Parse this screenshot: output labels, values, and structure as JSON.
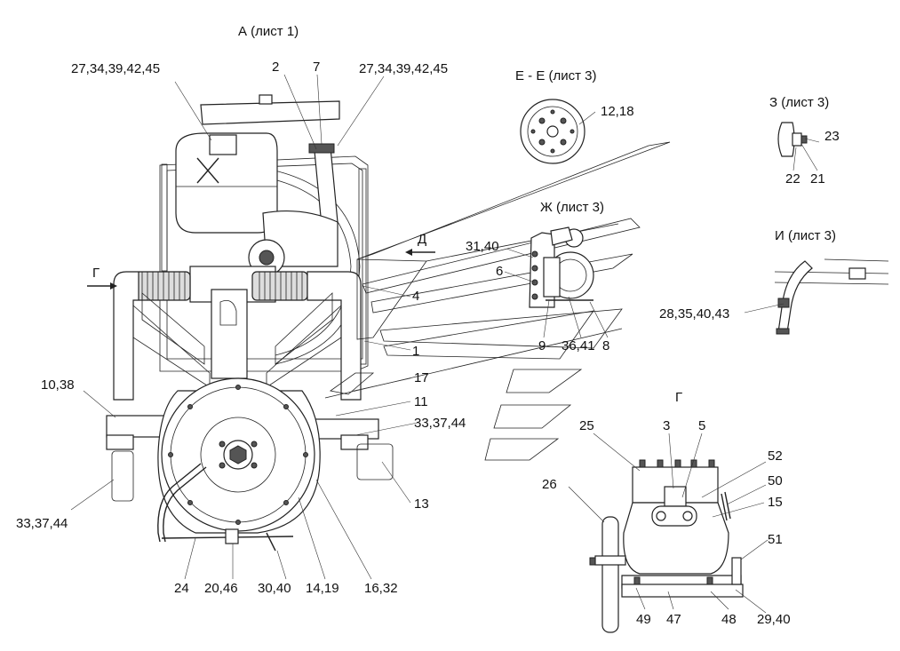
{
  "views": {
    "view_a": "А (лист 1)",
    "view_ee": "Е - Е (лист 3)",
    "view_zh": "Ж (лист 3)",
    "view_z": "З (лист 3)",
    "view_i": "И (лист 3)",
    "view_g": "Г",
    "arrow_g": "Г",
    "arrow_d": "Д"
  },
  "callouts": {
    "c_27a": "27,34,39,42,45",
    "c_2": "2",
    "c_7": "7",
    "c_27b": "27,34,39,42,45",
    "c_12_18": "12,18",
    "c_23": "23",
    "c_22": "22",
    "c_21": "21",
    "c_31_40": "31,40",
    "c_6": "6",
    "c_4": "4",
    "c_1": "1",
    "c_17": "17",
    "c_11": "11",
    "c_33_37_44a": "33,37,44",
    "c_10_38": "10,38",
    "c_33_37_44b": "33,37,44",
    "c_13": "13",
    "c_24": "24",
    "c_20_46": "20,46",
    "c_30_40": "30,40",
    "c_14_19": "14,19",
    "c_16_32": "16,32",
    "c_9": "9",
    "c_36_41": "36,41",
    "c_8": "8",
    "c_28_35_40_43": "28,35,40,43",
    "c_25": "25",
    "c_3": "3",
    "c_5": "5",
    "c_52": "52",
    "c_26": "26",
    "c_50": "50",
    "c_15": "15",
    "c_51": "51",
    "c_49": "49",
    "c_47": "47",
    "c_48": "48",
    "c_29_40": "29,40"
  }
}
